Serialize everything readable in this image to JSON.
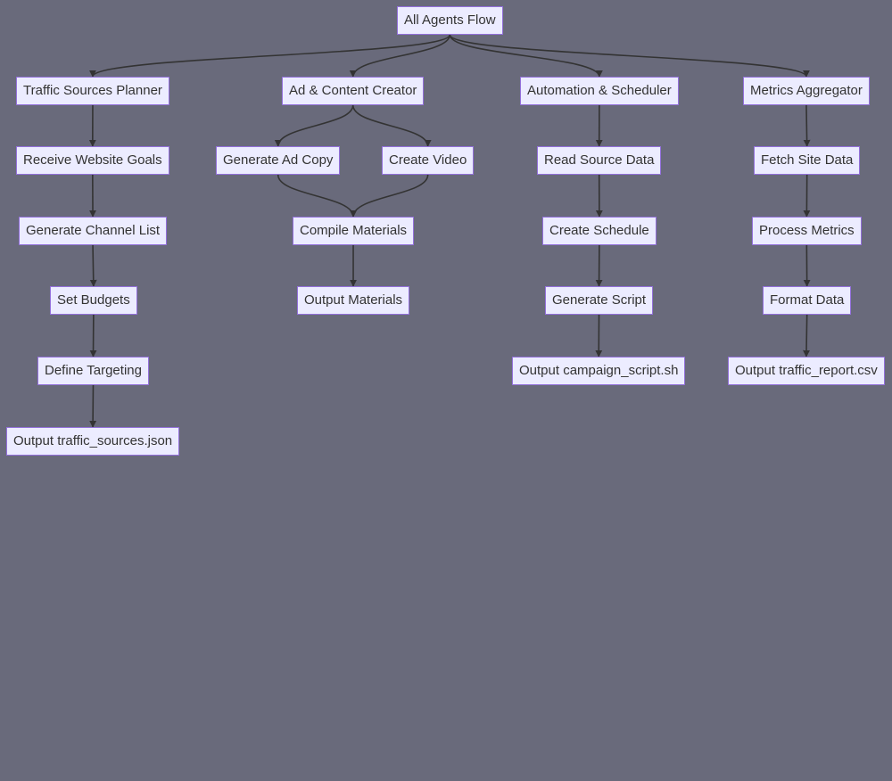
{
  "colors": {
    "background": "#696a7b",
    "node_fill": "#ececff",
    "node_border": "#9370db",
    "node_text": "#333333",
    "edge": "#333333"
  },
  "nodes": {
    "root": "All Agents Flow",
    "traffic_planner": {
      "title": "Traffic Sources Planner",
      "steps": [
        "Receive Website Goals",
        "Generate Channel List",
        "Set Budgets",
        "Define Targeting",
        "Output traffic_sources.json"
      ]
    },
    "ad_creator": {
      "title": "Ad & Content Creator",
      "branches": [
        "Generate Ad Copy",
        "Create Video"
      ],
      "steps": [
        "Compile Materials",
        "Output Materials"
      ]
    },
    "scheduler": {
      "title": "Automation & Scheduler",
      "steps": [
        "Read Source Data",
        "Create Schedule",
        "Generate Script",
        "Output campaign_script.sh"
      ]
    },
    "metrics": {
      "title": "Metrics Aggregator",
      "steps": [
        "Fetch Site Data",
        "Process Metrics",
        "Format Data",
        "Output traffic_report.csv"
      ]
    }
  },
  "edges": [
    [
      "n-all",
      "n-traffic"
    ],
    [
      "n-all",
      "n-adcreator"
    ],
    [
      "n-all",
      "n-auto"
    ],
    [
      "n-all",
      "n-metrics"
    ],
    [
      "n-traffic",
      "n-goals"
    ],
    [
      "n-goals",
      "n-channel"
    ],
    [
      "n-channel",
      "n-budgets"
    ],
    [
      "n-budgets",
      "n-target"
    ],
    [
      "n-target",
      "n-outjson"
    ],
    [
      "n-adcreator",
      "n-adcopy"
    ],
    [
      "n-adcreator",
      "n-video"
    ],
    [
      "n-adcopy",
      "n-compile"
    ],
    [
      "n-video",
      "n-compile"
    ],
    [
      "n-compile",
      "n-outmat"
    ],
    [
      "n-auto",
      "n-readsrc"
    ],
    [
      "n-readsrc",
      "n-schedule"
    ],
    [
      "n-schedule",
      "n-script"
    ],
    [
      "n-script",
      "n-outsh"
    ],
    [
      "n-metrics",
      "n-fetch"
    ],
    [
      "n-fetch",
      "n-process"
    ],
    [
      "n-process",
      "n-format"
    ],
    [
      "n-format",
      "n-outcsv"
    ]
  ]
}
